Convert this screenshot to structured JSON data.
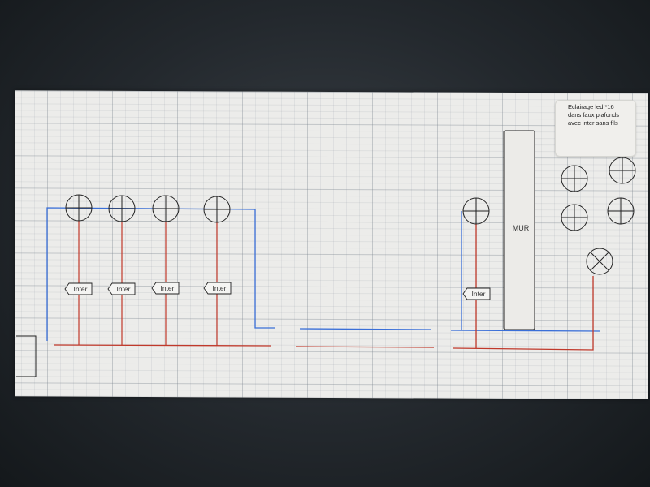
{
  "note": {
    "lines": [
      "Eclairage led *16",
      "dans faux plafonds",
      "avec inter sans fils"
    ]
  },
  "wall": {
    "label": "MUR"
  },
  "switches": [
    "Inter",
    "Inter",
    "Inter",
    "Inter",
    "Inter"
  ],
  "symbols": {
    "light_fixture": "cross-circle-icon",
    "ceiling_light": "x-circle-icon",
    "switch": "switch-tag-icon"
  },
  "colors": {
    "live_wire": "#c0392b",
    "neutral_wire": "#3a6fd8",
    "background": "#ececea"
  }
}
